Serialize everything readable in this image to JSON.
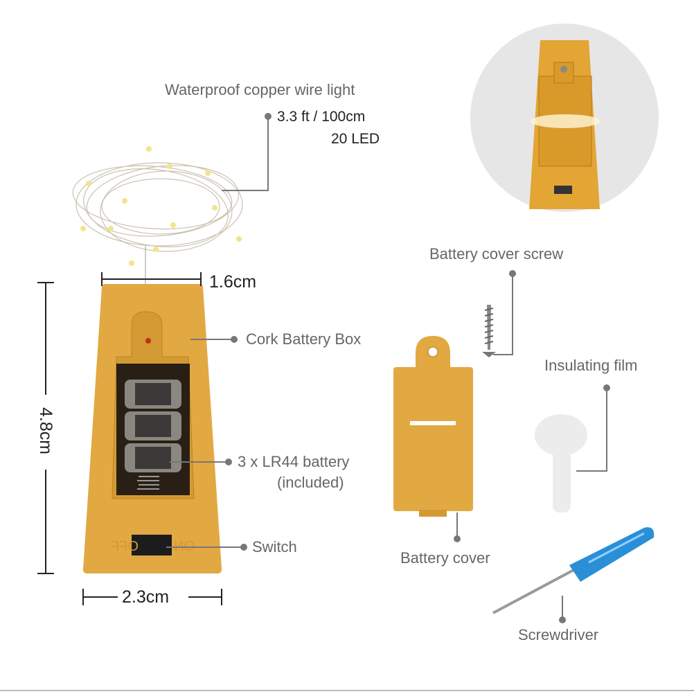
{
  "wire": {
    "title": "Waterproof copper wire light",
    "length": "3.3 ft / 100cm",
    "leds": "20 LED"
  },
  "dimensions": {
    "top_width": "1.6cm",
    "height": "4.8cm",
    "bottom_width": "2.3cm"
  },
  "callouts": {
    "box": "Cork Battery Box",
    "battery_line1": "3 x LR44 battery",
    "battery_line2": "(included)",
    "switch": "Switch",
    "screw": "Battery cover screw",
    "film": "Insulating film",
    "cover": "Battery cover",
    "screwdriver": "Screwdriver"
  },
  "switch_marks": {
    "off": "OFF",
    "on": "ON"
  },
  "colors": {
    "cork": "#e2a842",
    "label": "#666666",
    "screwdriver": "#2a8fd6"
  }
}
